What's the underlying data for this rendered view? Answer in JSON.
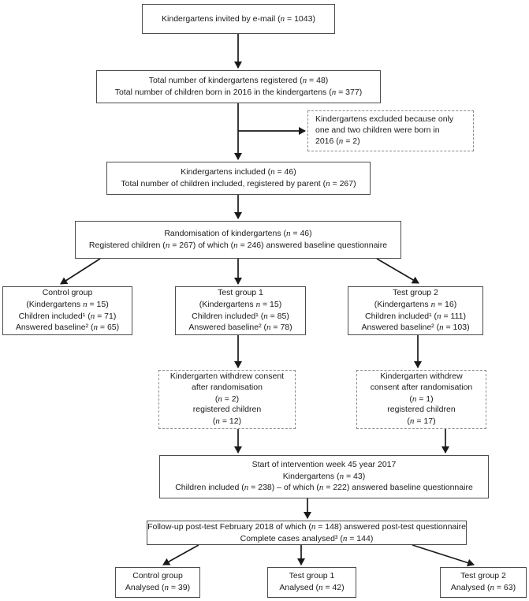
{
  "figure": {
    "type": "study-flow-diagram",
    "background_color": "#ffffff",
    "solid_box_border_color": "#4d4d4d",
    "dashed_box_border_color": "#8a8a8a",
    "arrow_color": "#1a1a1a",
    "text_color": "#1a1a1a"
  },
  "boxes": {
    "invited": {
      "style": "solid",
      "lines": [
        "Kindergartens invited by e-mail (n = 1043)"
      ]
    },
    "registered": {
      "style": "solid",
      "lines": [
        "Total number of kindergartens registered (n = 48)",
        "Total number of children born in 2016 in the kindergartens (n = 377)"
      ]
    },
    "excluded": {
      "style": "dashed",
      "lines": [
        "Kindergartens excluded because only",
        "one and two children were born in",
        "2016 (n = 2)"
      ]
    },
    "included": {
      "style": "solid",
      "lines": [
        "Kindergartens included (n = 46)",
        "Total number of children included, registered by parent (n = 267)"
      ]
    },
    "randomisation": {
      "style": "solid",
      "lines": [
        "Randomisation of kindergartens (n = 46)",
        "Registered children (n = 267) of which (n = 246) answered baseline questionnaire"
      ]
    },
    "control_group": {
      "style": "solid",
      "lines": [
        "Control group",
        "(Kindergartens n = 15)",
        "Children included¹ (n = 71)",
        "Answered baseline² (n = 65)"
      ]
    },
    "test_group_1": {
      "style": "solid",
      "lines": [
        "Test group 1",
        "(Kindergartens n = 15)",
        "Children included¹ (n = 85)",
        "Answered baseline² (n = 78)"
      ]
    },
    "test_group_2": {
      "style": "solid",
      "lines": [
        "Test group 2",
        "(Kindergartens n = 16)",
        "Children included¹ (n = 111)",
        "Answered baseline² (n = 103)"
      ]
    },
    "withdrew_1": {
      "style": "dashed",
      "lines": [
        "Kindergarten withdrew consent",
        "after randomisation",
        "(n = 2)",
        "registered children",
        "(n = 12)"
      ]
    },
    "withdrew_2": {
      "style": "dashed",
      "lines": [
        "Kindergarten withdrew",
        "consent after randomisation",
        "(n = 1)",
        "registered children",
        "(n = 17)"
      ]
    },
    "intervention": {
      "style": "solid",
      "lines": [
        "Start of intervention week 45 year 2017",
        "Kindergartens (n = 43)",
        "Children included (n = 238) – of which (n = 222) answered baseline questionnaire"
      ]
    },
    "followup": {
      "style": "solid",
      "lines": [
        "Follow-up post-test February 2018 of which (n = 148) answered post-test questionnaire",
        "Complete cases analysed³ (n = 144)"
      ]
    },
    "analysed_control": {
      "style": "solid",
      "lines": [
        "Control group",
        "Analysed (n = 39)"
      ]
    },
    "analysed_test1": {
      "style": "solid",
      "lines": [
        "Test group 1",
        "Analysed (n = 42)"
      ]
    },
    "analysed_test2": {
      "style": "solid",
      "lines": [
        "Test group 2",
        "Analysed (n = 63)"
      ]
    }
  }
}
